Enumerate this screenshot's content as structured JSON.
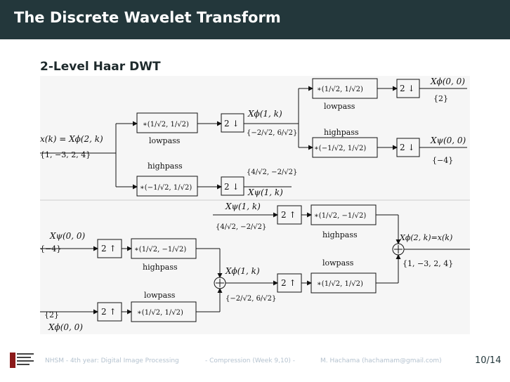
{
  "slide": {
    "title": "The Discrete Wavelet Transform",
    "subtitle": "2-Level Haar DWT",
    "page_number": "10/14"
  },
  "footer": {
    "left": "NHSM - 4th year: Digital Image Processing",
    "center": "- Compression (Week 9,10) -",
    "right": "M. Hachama (hachamam@gmail.com)"
  },
  "analysis": {
    "input_label": "x(k) = Xϕ(2, k)",
    "input_value": "{1, −3, 2, 4}",
    "lowpass_filter": "∗(1/√2, 1/√2)",
    "lowpass_label": "lowpass",
    "highpass_filter": "∗(−1/√2, 1/√2)",
    "highpass_label": "highpass",
    "downsample": "2 ↓",
    "level1_approx_label": "Xϕ(1, k)",
    "level1_approx_value": "{−2/√2, 6/√2}",
    "level1_detail_label": "Xψ(1, k)",
    "level1_detail_value": "{4/√2, −2/√2}",
    "level2_lowpass_filter": "∗(1/√2, 1/√2)",
    "level2_lowpass_label": "lowpass",
    "level2_highpass_filter": "∗(−1/√2, 1/√2)",
    "level2_highpass_label": "highpass",
    "level2_approx_label": "Xϕ(0, 0)",
    "level2_approx_value": "{2}",
    "level2_detail_label": "Xψ(0, 0)",
    "level2_detail_value": "{−4}"
  },
  "synthesis": {
    "detail_in_label": "Xψ(0, 0)",
    "detail_in_value": "{−4}",
    "approx_in_value": "{2}",
    "approx_in_label": "Xϕ(0, 0)",
    "upsample": "2 ↑",
    "highpass_filter": "∗(1/√2, −1/√2)",
    "highpass_label": "highpass",
    "lowpass_filter": "∗(1/√2, 1/√2)",
    "lowpass_label": "lowpass",
    "mid_approx_label": "Xϕ(1, k)",
    "mid_approx_value": "{−2/√2, 6/√2}",
    "mid_detail_label": "Xψ(1, k)",
    "mid_detail_value": "{4/√2, −2/√2}",
    "out_highpass_filter": "∗(1/√2, −1/√2)",
    "out_highpass_label": "highpass",
    "out_lowpass_filter": "∗(1/√2, 1/√2)",
    "out_lowpass_label": "lowpass",
    "output_label": "Xϕ(2, k)=x(k)",
    "output_value": "{1, −3, 2, 4}"
  }
}
